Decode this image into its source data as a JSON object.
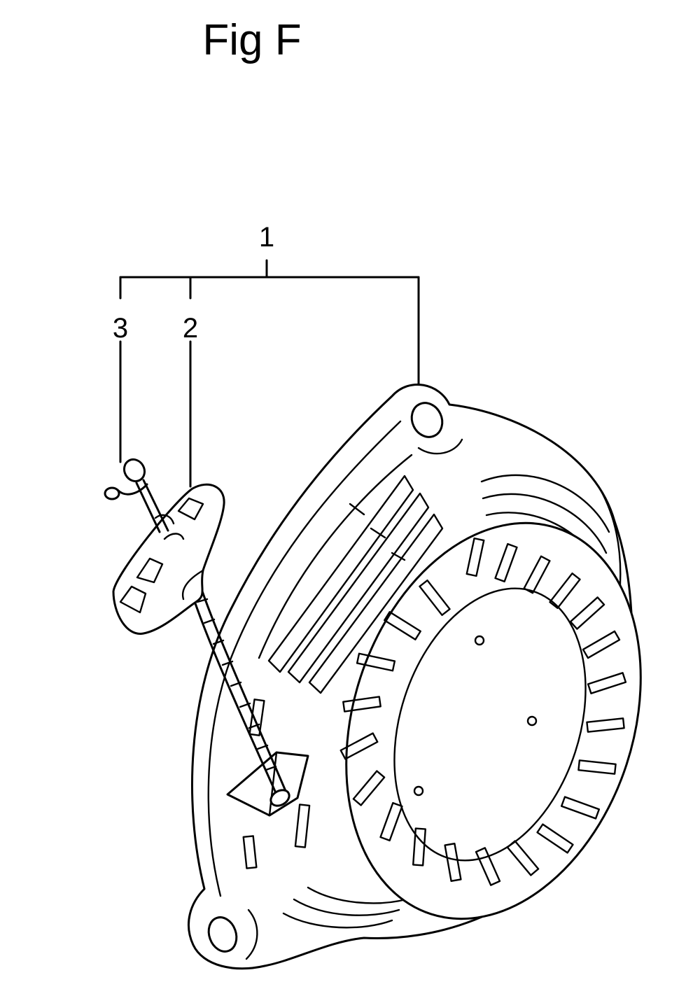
{
  "figure": {
    "title": "Fig F"
  },
  "callouts": [
    {
      "label": "1",
      "part": "recoil-starter-assembly"
    },
    {
      "label": "2",
      "part": "starter-handle"
    },
    {
      "label": "3",
      "part": "rope-knot"
    }
  ],
  "colors": {
    "ink": "#000000",
    "paper": "#ffffff"
  }
}
